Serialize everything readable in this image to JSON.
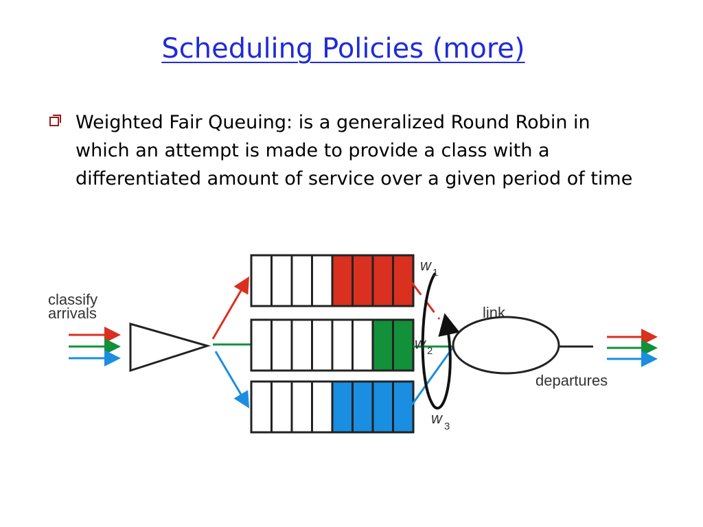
{
  "slide": {
    "title": "Scheduling Policies (more)",
    "bullet": "Weighted Fair Queuing: is a generalized Round Robin in which an attempt is made to provide a class with a differentiated amount of service over a given period of time"
  },
  "diagram": {
    "classify_line1": "classify",
    "classify_line2": "arrivals",
    "link": "link",
    "departures": "departures",
    "weights": [
      {
        "letter": "w",
        "sub": "1"
      },
      {
        "letter": "w",
        "sub": "2"
      },
      {
        "letter": "w",
        "sub": "3"
      }
    ],
    "colors": {
      "red": "#d93020",
      "green": "#12903a",
      "blue": "#1a8ee0"
    },
    "queues": [
      {
        "class": "red",
        "filled_slots": 4,
        "total_slots": 8
      },
      {
        "class": "green",
        "filled_slots": 2,
        "total_slots": 8
      },
      {
        "class": "blue",
        "filled_slots": 4,
        "total_slots": 8
      }
    ]
  }
}
